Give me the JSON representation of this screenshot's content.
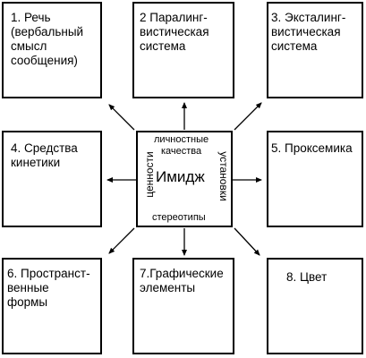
{
  "diagram": {
    "center": {
      "title": "Имидж",
      "top": "личностные\nкачества",
      "bottom": "стереотипы",
      "left": "ценности",
      "right": "установки"
    },
    "boxes": [
      {
        "id": "b1",
        "label": "1. Речь\n(вербальный\nсмысл\nсообщения)"
      },
      {
        "id": "b2",
        "label": "2 Паралинг-\nвистическая\nсистема"
      },
      {
        "id": "b3",
        "label": "3. Эксталинг-\nвистическая\nсистема"
      },
      {
        "id": "b4",
        "label": "4. Средства\nкинетики"
      },
      {
        "id": "b5",
        "label": "5. Проксемика"
      },
      {
        "id": "b6",
        "label": "6. Пространст-\nвенные\nформы"
      },
      {
        "id": "b7",
        "label": "7.Графические\nэлементы"
      },
      {
        "id": "b8",
        "label": "8. Цвет"
      }
    ],
    "colors": {
      "stroke": "#000000",
      "background": "#ffffff"
    }
  }
}
